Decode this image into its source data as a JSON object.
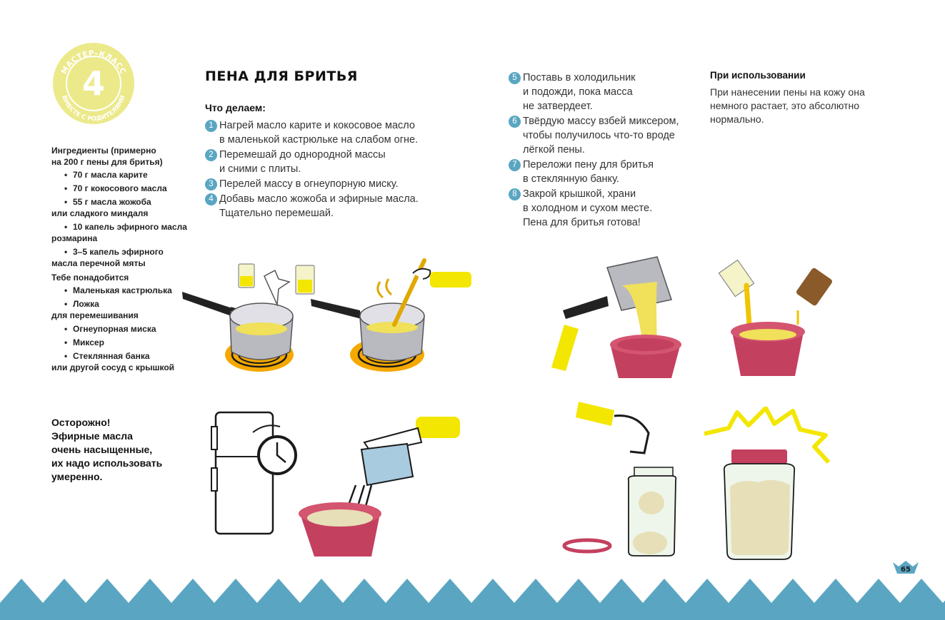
{
  "badge": {
    "top_text": "МАСТЕР–КЛАСС",
    "bottom_text": "ВМЕСТЕ С РОДИТЕЛЯМИ",
    "number": "4"
  },
  "ingredients": {
    "heading_line1": "Ингредиенты (примерно",
    "heading_line2": "на 200 г пены для бритья)",
    "items": [
      {
        "line1": "70 г масла карите",
        "line2": ""
      },
      {
        "line1": "70 г кокосового масла",
        "line2": ""
      },
      {
        "line1": "55 г масла жожоба",
        "line2": "или сладкого миндаля"
      },
      {
        "line1": "10 капель эфирного масла",
        "line2": "розмарина"
      },
      {
        "line1": "3–5 капель эфирного",
        "line2": "масла перечной мяты"
      }
    ]
  },
  "tools": {
    "heading": "Тебе понадобится",
    "items": [
      {
        "line1": "Маленькая кастрюлька",
        "line2": ""
      },
      {
        "line1": "Ложка",
        "line2": "для перемешивания"
      },
      {
        "line1": "Огнеупорная миска",
        "line2": ""
      },
      {
        "line1": "Миксер",
        "line2": ""
      },
      {
        "line1": "Стеклянная банка",
        "line2": "или другой сосуд с крышкой"
      }
    ]
  },
  "warning": {
    "lines": [
      "Осторожно!",
      "Эфирные масла",
      "очень насыщенные,",
      "их надо использовать",
      "умеренно."
    ]
  },
  "title": "ПЕНА ДЛЯ БРИТЬЯ",
  "subtitle": "Что делаем:",
  "steps_left": [
    {
      "n": "1",
      "line1": "Нагрей масло карите и кокосовое масло",
      "line2": "в маленькой кастрюльке на слабом огне.",
      "line3": ""
    },
    {
      "n": "2",
      "line1": "Перемешай до однородной массы",
      "line2": "и сними с плиты.",
      "line3": ""
    },
    {
      "n": "3",
      "line1": "Перелей массу в огнеупорную миску.",
      "line2": "",
      "line3": ""
    },
    {
      "n": "4",
      "line1": "Добавь масло жожоба и эфирные масла.",
      "line2": "Тщательно перемешай.",
      "line3": ""
    }
  ],
  "steps_right": [
    {
      "n": "5",
      "line1": "Поставь в холодильник",
      "line2": "и подожди, пока масса",
      "line3": "не затвердеет."
    },
    {
      "n": "6",
      "line1": "Твёрдую массу взбей миксером,",
      "line2": "чтобы получилось что-то вроде",
      "line3": "лёгкой пены."
    },
    {
      "n": "7",
      "line1": "Переложи пену для бритья",
      "line2": "в стеклянную банку.",
      "line3": ""
    },
    {
      "n": "8",
      "line1": "Закрой крышкой, храни",
      "line2": "в холодном и сухом месте.",
      "line3": "Пена для бритья готова!"
    }
  ],
  "usage": {
    "heading": "При использовании",
    "text_lines": [
      "При нанесении пены на кожу она",
      "немного растает, это абсолютно",
      "нормально."
    ]
  },
  "page_number": "65",
  "colors": {
    "yellow": "#f3e600",
    "badge_yellow": "#ece98a",
    "blue": "#5aa6c2",
    "bowl_red": "#c4405f",
    "foam": "#e7dfb8",
    "pan_gray": "#b9b9c0",
    "flame": "#f5a800"
  }
}
